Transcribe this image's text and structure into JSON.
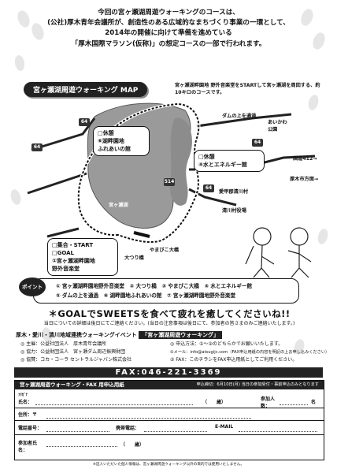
{
  "intro": {
    "lines": [
      "今回の宮ヶ瀬湖周遊ウォーキングのコースは、",
      "(公社)厚木青年会議所が、創造性のある広域的なまちづくり事業の一環として、",
      "2014年の開催に向けて準備を進めている",
      "「厚木国際マラソン(仮称)」の想定コースの一部で行われます。"
    ]
  },
  "map": {
    "title": "宮ヶ瀬湖周遊ウォーキング MAP",
    "route_note": "宮ヶ瀬湖畔園地 野外音楽堂をSTARTして宮ヶ瀬湖を周回する、約10キロのコースです。",
    "labels": {
      "dam": "ダムの上を通過",
      "aikawa": "あいかわ公園",
      "route412": "国道412→",
      "atsugi": "厚木市方面→",
      "kiyokawa": "愛甲郡清川村",
      "miyagase_lake": "宮ヶ瀬湖",
      "yamabiko": "やまびこ大橋",
      "tsuribashi": "大つり橋",
      "kiyokawa_office": "清川村役場"
    },
    "boxes": {
      "rest": [
        "□休憩",
        "⑥湖畔園地",
        "ふれあいの館"
      ],
      "water": [
        "□休憩",
        "④水とエネルギー館"
      ],
      "start": [
        "□集合・START",
        "□GOAL",
        "①宮ヶ瀬湖畔園地",
        "野外音楽堂"
      ]
    },
    "badges": [
      "64",
      "64",
      "64",
      "514",
      "64"
    ]
  },
  "points": {
    "tag": "ポイント",
    "line1": "① 宮ヶ瀬湖畔園地野外音楽堂　② 大つり橋　③ やまびこ大橋　④ 水とエネルギー館",
    "line2": "⑤ ダムの上を通過　⑥ 湖畔園地ふれあいの館　⑦ 宮ヶ瀬湖畔園地野外音楽堂"
  },
  "goal": {
    "headline": "＊GOALでSWEETSを食べて疲れを癒してくださいね!!",
    "sub": "当日についての詳細は後日にてご連絡ください。(当日の注意事項は後日にて、参加者の皆さまのみご連絡いたします。)"
  },
  "event": {
    "label": "厚木・愛川・清川地域連携ウォーキングイベント",
    "title": "「宮ヶ瀬湖周遊ウォーキング」",
    "organizer": "◎ 主催：公益社団法人　厚木青年会議所",
    "support": "◎ 協力：公益財団法人　宮ヶ瀬ダム周辺振興財団",
    "sponsor": "◎ 協賛：コカ・コーラ セントラルジャパン株式会社",
    "apply_head": "◎ 申込方法：①～②のどちらかでお願いいたします。",
    "apply_mail": "①メール：info@atsugijc.com（FAX申込用紙の内容を明記の上お申し込みください）",
    "apply_fax": "② FAX：このチラシをFAX申込用紙としてご利用ください。"
  },
  "fax": "FAX:046-221-3369",
  "form": {
    "title": "宮ヶ瀬湖周遊ウォーキング・FAX 用申込用紙",
    "deadline": "申込締切：6月10日(月) 当日の参加受付・事前申込のみとなります",
    "kana": "ﾌﾘｶﾞﾅ",
    "name": "氏名：",
    "age": "（　　歳）",
    "participants": "参加人数：",
    "persons": "名",
    "address": "住所：〒",
    "phone": "電話番号：",
    "mobile": "携帯電話：",
    "email": "E-MAIL",
    "companion": "参加者氏名：",
    "companion_age": "（　　歳）"
  },
  "footer": "※記入いただいた個人情報は、宮ヶ瀬湖周遊ウォーキング以外の目的では使用いたしません。"
}
